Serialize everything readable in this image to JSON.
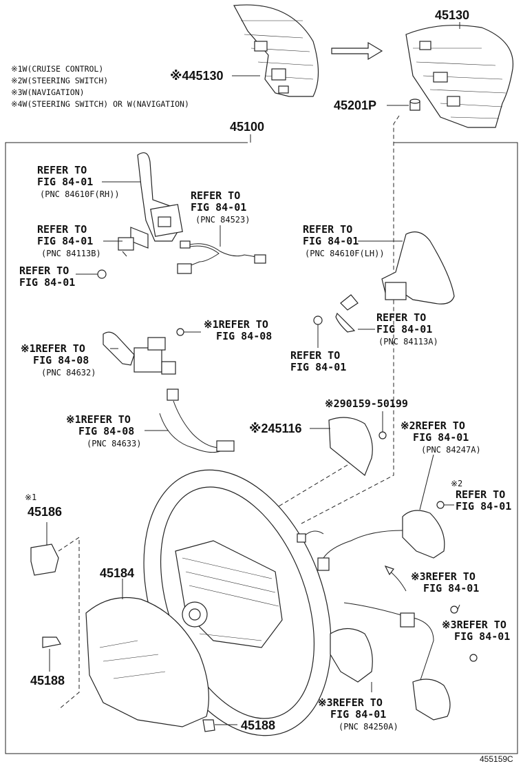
{
  "notes": [
    "※1W(CRUISE CONTROL)",
    "※2W(STEERING SWITCH)",
    "※3W(NAVIGATION)",
    "※4W(STEERING SWITCH) OR W(NAVIGATION)"
  ],
  "parts": {
    "p45130_top": "45130",
    "p45130_left": "※445130",
    "p45201p": "45201P",
    "p45100": "45100",
    "p45116": "※245116",
    "p290159": "※290159-50199",
    "p45186_mark": "※1",
    "p45186": "45186",
    "p45184": "45184",
    "p45188_a": "45188",
    "p45188_b": "45188",
    "drawing_no": "455159C"
  },
  "refs": {
    "r1": "REFER TO\nFIG 84-01",
    "r1_pnc": "(PNC 84610F(RH))",
    "r2": "REFER TO\nFIG 84-01",
    "r2_pnc": "(PNC 84523)",
    "r3": "REFER TO\nFIG 84-01",
    "r3_pnc": "(PNC 84113B)",
    "r4": "REFER TO\nFIG 84-01",
    "r5": "REFER TO\nFIG 84-01",
    "r5_pnc": "(PNC 84610F(LH))",
    "r6": "※1REFER TO\n  FIG 84-08",
    "r7": "REFER TO\nFIG 84-01",
    "r7_pnc": "(PNC 84113A)",
    "r8": "※1REFER TO\n  FIG 84-08",
    "r8_pnc": "(PNC 84632)",
    "r9": "REFER TO\nFIG 84-01",
    "r10": "※1REFER TO\n  FIG 84-08",
    "r10_pnc": "(PNC 84633)",
    "r11": "※2REFER TO\n  FIG 84-01",
    "r11_pnc": "(PNC 84247A)",
    "r12_mark": "※2",
    "r12": "REFER TO\nFIG 84-01",
    "r13": "※3REFER TO\n  FIG 84-01",
    "r14": "※3REFER TO\n  FIG 84-01",
    "r15": "※3REFER TO\n  FIG 84-01",
    "r15_pnc": "(PNC 84250A)"
  }
}
